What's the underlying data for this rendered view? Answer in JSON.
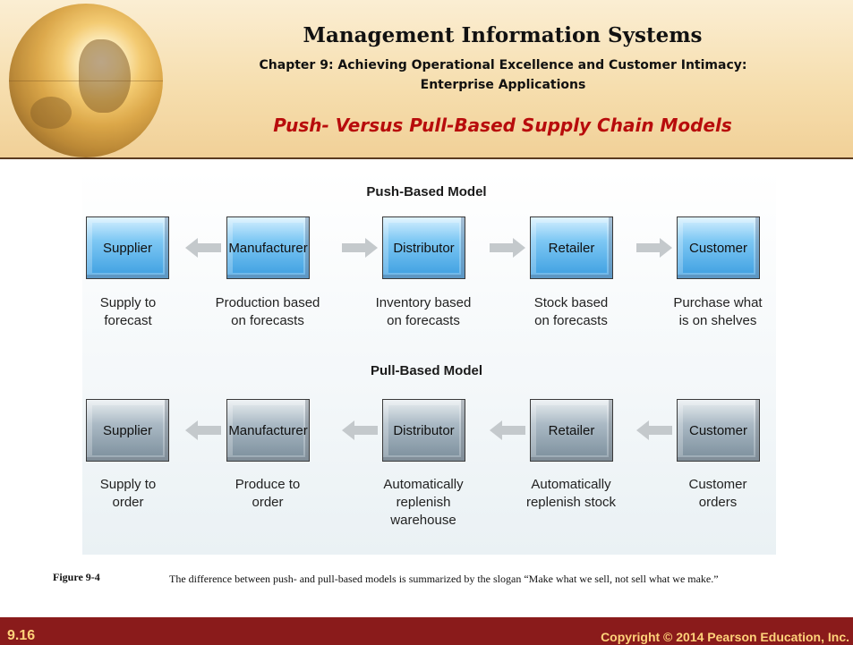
{
  "header": {
    "title": "Management Information Systems",
    "subtitle": "Chapter 9: Achieving Operational Excellence and Customer Intimacy: Enterprise Applications",
    "slide_heading": "Push- Versus Pull-Based Supply Chain Models"
  },
  "push_model": {
    "title": "Push-Based Model",
    "nodes": [
      "Supplier",
      "Manufacturer",
      "Distributor",
      "Retailer",
      "Customer"
    ],
    "captions": [
      [
        "Supply to",
        "forecast"
      ],
      [
        "Production based",
        "on forecasts"
      ],
      [
        "Inventory based",
        "on forecasts"
      ],
      [
        "Stock based",
        "on forecasts"
      ],
      [
        "Purchase what",
        "is on shelves"
      ]
    ],
    "box_color": "#3b9de0",
    "arrow_directions": [
      "left",
      "right",
      "right",
      "right"
    ]
  },
  "pull_model": {
    "title": "Pull-Based Model",
    "nodes": [
      "Supplier",
      "Manufacturer",
      "Distributor",
      "Retailer",
      "Customer"
    ],
    "captions": [
      [
        "Supply to",
        "order"
      ],
      [
        "Produce to",
        "order"
      ],
      [
        "Automatically",
        "replenish",
        "warehouse"
      ],
      [
        "Automatically",
        "replenish stock"
      ],
      [
        "Customer",
        "orders"
      ]
    ],
    "box_color": "#7a8d9b",
    "arrow_directions": [
      "left",
      "left",
      "left",
      "left"
    ]
  },
  "figure": {
    "label": "Figure 9-4",
    "text": "The difference between push- and pull-based models is summarized by the slogan “Make what we sell, not sell what we make.”"
  },
  "footer": {
    "slide_number": "9.16",
    "copyright": "Copyright © 2014 Pearson Education, Inc."
  }
}
